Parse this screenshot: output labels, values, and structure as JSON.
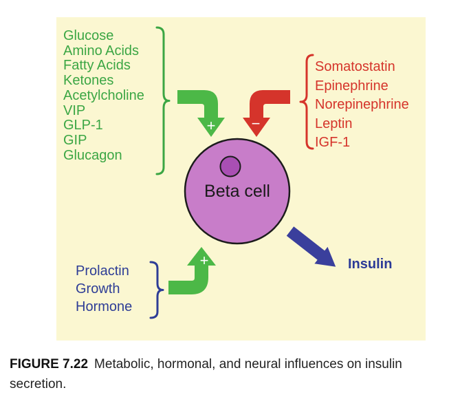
{
  "figure": {
    "stimulators": {
      "items": [
        "Glucose",
        "Amino Acids",
        "Fatty Acids",
        "Ketones",
        "Acetylcholine",
        "VIP",
        "GLP-1",
        "GIP",
        "Glucagon"
      ],
      "effect_sign": "+"
    },
    "inhibitors": {
      "items": [
        "Somatostatin",
        "Epinephrine",
        "Norepinephrine",
        "Leptin",
        "IGF-1"
      ],
      "effect_sign": "−"
    },
    "hormones": {
      "items": [
        "Prolactin",
        "Growth",
        "Hormone"
      ],
      "effect_sign": "+"
    },
    "cell_label": "Beta cell",
    "output_label": "Insulin",
    "colors": {
      "panel_background": "#FBF7D1",
      "stimulator_text": "#3BA644",
      "stimulator_arrow": "#4CB847",
      "inhibitor": "#D5342B",
      "hormone_text": "#2E3D96",
      "insulin_arrow": "#3A3F9C",
      "insulin_text": "#2B3A97",
      "cell_fill": "#C87DC9",
      "nucleus_fill": "#A94FB3",
      "sign_color": "#FFFFFF"
    }
  },
  "caption": {
    "label": "FIGURE 7.22",
    "text": "Metabolic, hormonal, and neural influences on insulin secretion."
  }
}
